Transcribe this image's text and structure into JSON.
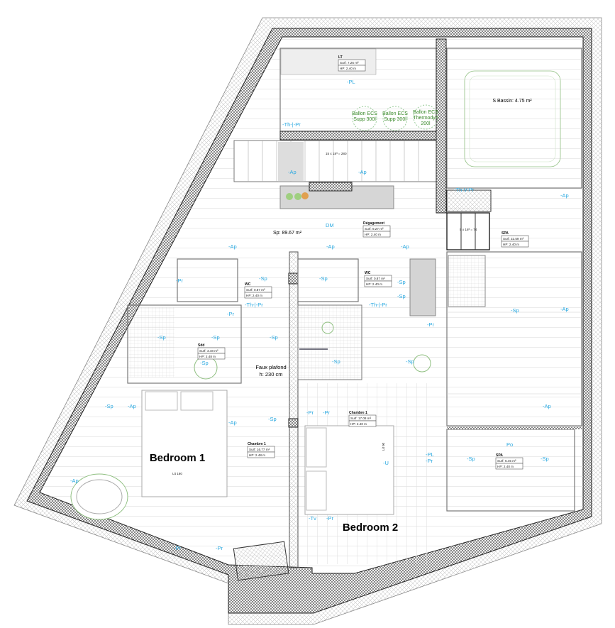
{
  "plan": {
    "total_area": "Sp: 89.67 m²",
    "false_ceiling": [
      "Faux plafond",
      "h: 230 cm"
    ],
    "pool_area": "S Bassin: 4.75 m²",
    "stairs_main": "15 x 18³ = 280",
    "stairs_right": "5 x 18³ = 74",
    "bedroom1": "Bedroom 1",
    "bedroom2": "Bedroom 2",
    "bed1_size": "Lit 160",
    "bed2_size": "Lit 90",
    "tanks": [
      [
        "Ballon ECS",
        "Supp 300l"
      ],
      [
        "Ballon ECS",
        "Supp 300l"
      ],
      [
        "Ballon ECS",
        "Thermodyn",
        "200l"
      ]
    ],
    "dm": "DM"
  },
  "rooms": [
    {
      "name": "LT",
      "surf": "Surf: 7.26 m²",
      "hp": "HP:  2.40 m"
    },
    {
      "name": "Dégagement",
      "surf": "Surf: 9.27 m²",
      "hp": "HP:  2.40 m"
    },
    {
      "name": "SPA",
      "surf": "Surf: 22.59 m²",
      "hp": "HP:  2.40 m"
    },
    {
      "name": "WC",
      "surf": "Surf: 0.87 m²",
      "hp": "HP:  2.40 m"
    },
    {
      "name": "WC",
      "surf": "Surf: 0.87 m²",
      "hp": "HP:  2.40 m"
    },
    {
      "name": "Sdd",
      "surf": "Surf: 3.48 m²",
      "hp": "HP:  2.48 m"
    },
    {
      "name": "Chambre 1",
      "surf": "Surf: 16.77 m²",
      "hp": "HP:  2.48 m"
    },
    {
      "name": "Chambre 1",
      "surf": "Surf: 17.08 m²",
      "hp": "HP:  2.40 m"
    },
    {
      "name": "SPA",
      "surf": "Surf: 5.45 m²",
      "hp": "HP:  2.40 m"
    }
  ],
  "tags": [
    "-PL",
    "-Th-|-Pr",
    "-Ap",
    "-Ap",
    "-Ap",
    "-Ap",
    "-Ap",
    "-Th-V-Pr",
    "-Ap",
    "-Sp",
    "-Sp",
    "-Sp",
    "-Sp",
    "-Th-|-Pr",
    "-Th-|-Pr",
    "-Pr",
    "-Sp",
    "-Sp",
    "-Sp",
    "-Sp",
    "-Sp",
    "-Sp",
    "-Pr",
    "-Sp",
    "-Ap",
    "-Ap",
    "-Ap",
    "-Sp",
    "-Pr",
    "-Pr",
    "-U",
    "-PL",
    "-Pr",
    "-Tv",
    "-Pr",
    "-Pr",
    "Po",
    "-Sp",
    "-Sp",
    "-Ap",
    "-Pr",
    "-Pr",
    "-Sp",
    "-Ap"
  ],
  "colors": {
    "tag": "#29a8e0",
    "fixture": "#3a8a2a",
    "wall": "#333333"
  }
}
